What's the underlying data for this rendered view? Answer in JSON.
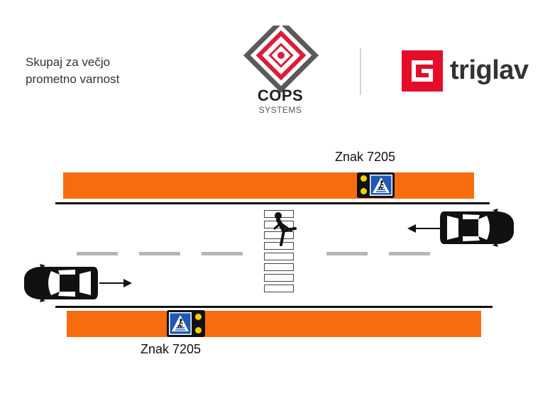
{
  "header": {
    "tagline_line1": "Skupaj za večjo",
    "tagline_line2": "prometno varnost",
    "cops_title": "COPS",
    "cops_subtitle": "SYSTEMS",
    "triglav_name": "triglav"
  },
  "colors": {
    "sidewalk": "#f76c0f",
    "cops_red": "#d81e3a",
    "cops_gray": "#5a5a5a",
    "triglav_red": "#e30d2a",
    "sign_blue": "#1e5ab4",
    "sign_lamp": "#f5d000"
  },
  "signs": [
    {
      "label": "Znak 7205",
      "side": "top"
    },
    {
      "label": "Znak 7205",
      "side": "bottom"
    }
  ],
  "icons": [
    "pedestrian-crossing-sign-icon",
    "car-icon",
    "pedestrian-icon",
    "arrow-icon"
  ]
}
